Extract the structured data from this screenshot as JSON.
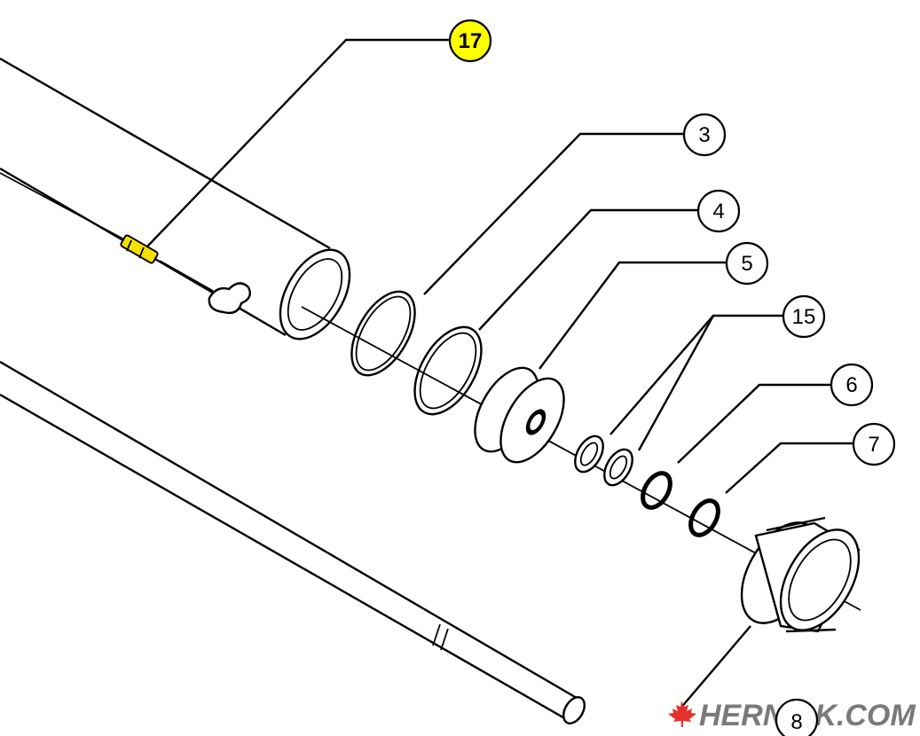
{
  "callouts": [
    {
      "id": "17",
      "label": "17",
      "highlight": true
    },
    {
      "id": "3",
      "label": "3",
      "highlight": false
    },
    {
      "id": "4",
      "label": "4",
      "highlight": false
    },
    {
      "id": "5",
      "label": "5",
      "highlight": false
    },
    {
      "id": "15",
      "label": "15",
      "highlight": false
    },
    {
      "id": "6",
      "label": "6",
      "highlight": false
    },
    {
      "id": "7",
      "label": "7",
      "highlight": false
    },
    {
      "id": "8",
      "label": "8",
      "highlight": false
    }
  ],
  "colors": {
    "highlight": "#ffff00",
    "fitting": "#f5e100",
    "watermark": "#7a7a7a",
    "maple_leaf": "#e4312b"
  },
  "watermark": {
    "text": "HERNICK.COM",
    "icon": "maple-leaf-icon"
  }
}
